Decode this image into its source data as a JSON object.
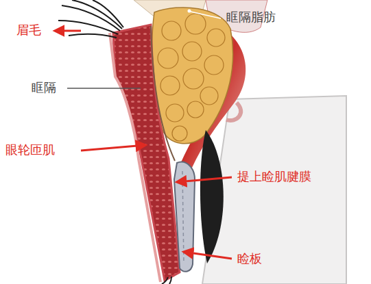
{
  "diagram": {
    "labels": [
      "眉毛",
      "眶隔脂肪",
      "眶隔",
      "眼轮匝肌",
      "提上睑肌腱膜",
      "睑板"
    ]
  }
}
